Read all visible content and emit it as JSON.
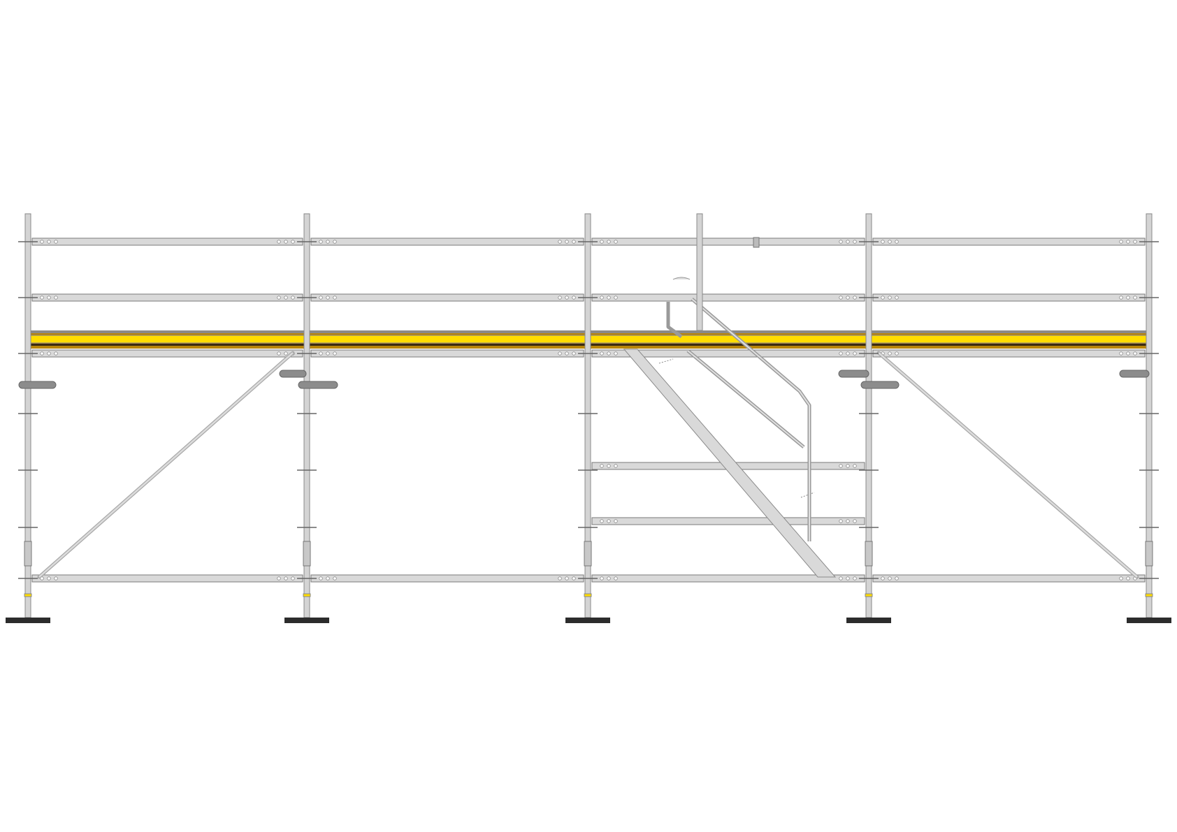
{
  "colors": {
    "deck": "#ffdd00",
    "deck_edge": "#b8860b",
    "steel": "#d9d9d9",
    "steel_outline": "#7a7a7a",
    "base_plate": "#2c2c2c",
    "background": "#ffffff"
  },
  "scaffold": {
    "bays": 4,
    "standards": 5,
    "stair_bay": 3,
    "components": [
      "standard",
      "ledger",
      "guardrail",
      "deck",
      "diagonal-brace",
      "stair-stringer",
      "stair-handrail",
      "bracket",
      "base-plate"
    ]
  }
}
